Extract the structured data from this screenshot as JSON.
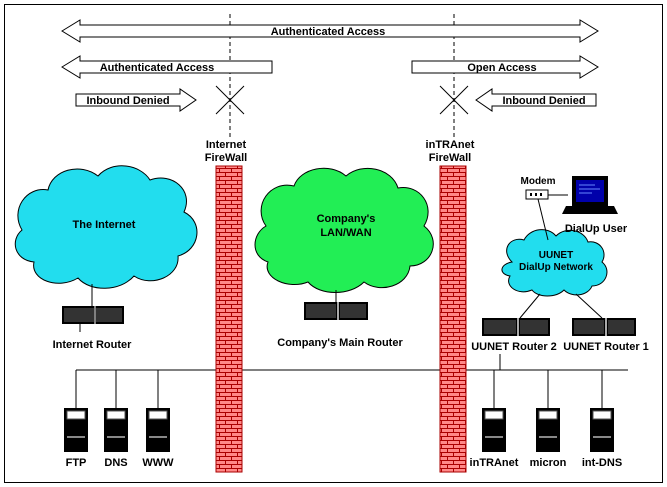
{
  "arrows": {
    "top": "Authenticated Access",
    "left_mid": "Authenticated Access",
    "right_mid": "Open Access",
    "left_denied": "Inbound Denied",
    "right_denied": "Inbound Denied"
  },
  "firewalls": {
    "internet": [
      "Internet",
      "FireWall"
    ],
    "intranet": [
      "inTRAnet",
      "FireWall"
    ]
  },
  "clouds": {
    "internet": "The Internet",
    "company": [
      "Company's",
      "LAN/WAN"
    ],
    "uunet": [
      "UUNET",
      "DialUp Network"
    ]
  },
  "devices": {
    "modem": "Modem",
    "dialup_user": "DialUp User",
    "internet_router": "Internet Router",
    "main_router": "Company's Main Router",
    "uunet_router2": "UUNET Router 2",
    "uunet_router1": "UUNET Router 1"
  },
  "servers": {
    "left": [
      "FTP",
      "DNS",
      "WWW"
    ],
    "right": [
      "inTRAnet",
      "micron",
      "int-DNS"
    ]
  },
  "colors": {
    "cloud_cyan": "#22ddee",
    "cloud_green": "#22ee55",
    "firewall_brick": "#ff8888",
    "firewall_mortar": "#aa0000"
  }
}
